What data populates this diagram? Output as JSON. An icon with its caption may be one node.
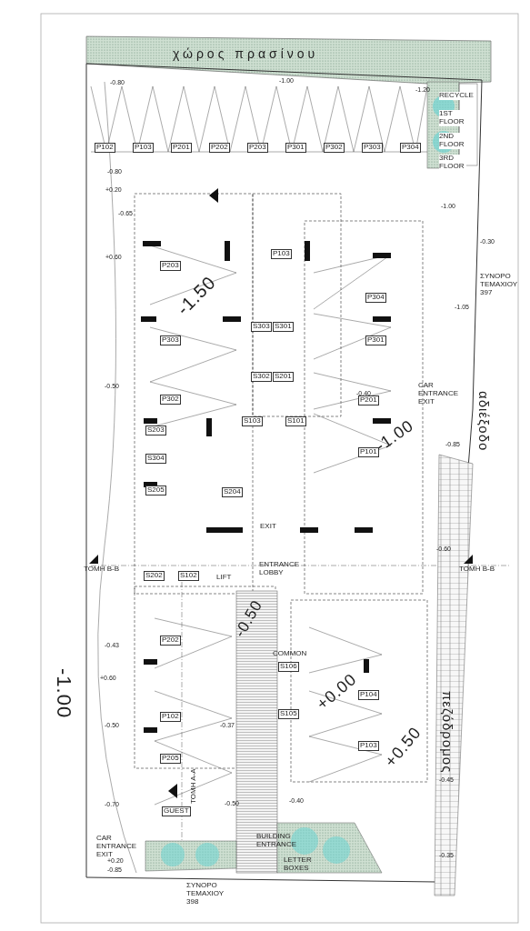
{
  "diagram": {
    "labels": [
      "χώρος πρασίνου",
      "RECYCLE",
      "1ST FLOOR",
      "2ND FLOOR",
      "3RD FLOOR",
      "P102",
      "P103",
      "P201",
      "P202",
      "P203",
      "P301",
      "P302",
      "P303",
      "P304",
      "P203",
      "P103",
      "P304",
      "S303",
      "S301",
      "P303",
      "P301",
      "S302",
      "S201",
      "P302",
      "P201",
      "CAR ENTRANCE EXIT",
      "S203",
      "S103",
      "S101",
      "P101",
      "S304",
      "S205",
      "S204",
      "-1.50",
      "-1.00",
      "αδιέξοδο",
      "EXIT",
      "ΤΟΜΗ Β-Β",
      "ΤΟΜΗ Β-Β",
      "S202",
      "S102",
      "LIFT",
      "ENTRANCE LOBBY",
      "P202",
      "-0.50",
      "COMMON",
      "S106",
      "S105",
      "-1.00",
      "P104",
      "+0.00",
      "P102",
      "P205",
      "P103",
      "+0.50",
      "πεζόδρομος",
      "ΤΟΜΗ Α-Α",
      "GUEST",
      "CAR ENTRANCE EXIT",
      "BUILDING ENTRANCE",
      "LETTER BOXES",
      "ΣΥΝΟΡΟ ΤΕΜΑΧΙΟΥ 398",
      "ΣΥΝΟΡΟ ΤΕΜΑΧΙΟΥ 397",
      "-0.80",
      "-1.00",
      "-1.20",
      "-0.80",
      "+0.20",
      "-0.65",
      "+0.60",
      "-1.00",
      "-0.30",
      "-1.05",
      "-0.50",
      "-0.40",
      "-0.85",
      "-0.60",
      "-0.43",
      "+0.60",
      "-0.50",
      "-0.37",
      "-0.70",
      "-0.50",
      "-0.40",
      "-0.45",
      "-0.35",
      "+0.20",
      "-0.85"
    ]
  }
}
